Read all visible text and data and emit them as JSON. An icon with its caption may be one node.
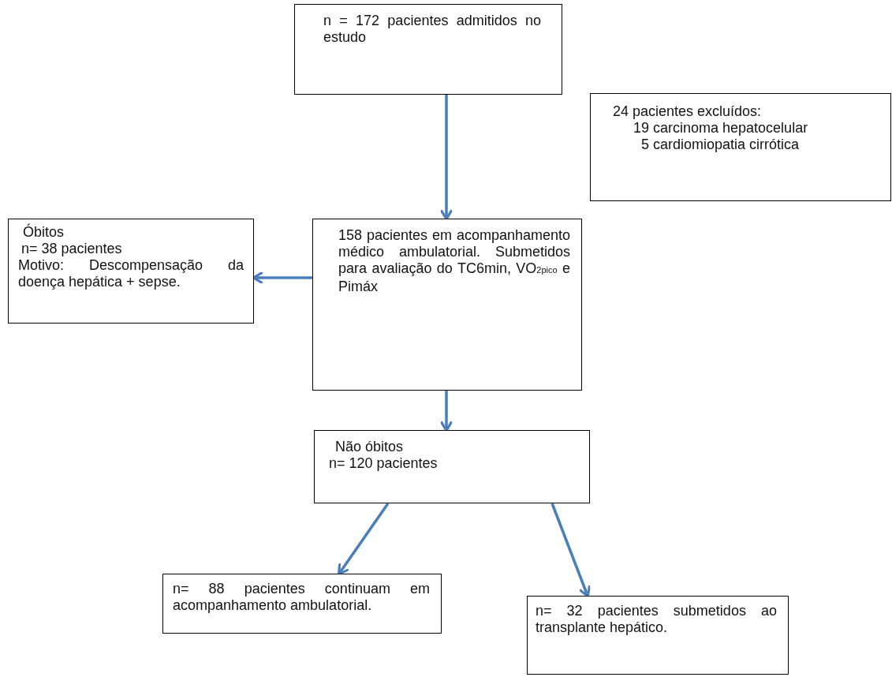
{
  "diagram": {
    "nodes": [
      {
        "text": [
          "n = 172 pacientes admitidos no estudo"
        ]
      },
      {
        "text": [
          "24 pacientes excluídos:",
          "19 carcinoma hepatocelular",
          "5 cardiomiopatia cirrótica"
        ]
      },
      {
        "text": [
          "Óbitos",
          "n= 38 pacientes",
          "Motivo: Descompensação da doença hepática + sepse."
        ]
      },
      {
        "text": [
          "158 pacientes em acompanhamento médico ambulatorial. Submetidos para avaliação do TC6min, VO$_{2pico}$ e Pimáx"
        ]
      },
      {
        "text": [
          "Não óbitos",
          "n= 120 pacientes"
        ]
      },
      {
        "text": [
          "n= 88 pacientes continuam em acompanhamento ambulatorial."
        ]
      },
      {
        "text": [
          "n= 32 pacientes submetidos ao transplante hepático."
        ]
      }
    ],
    "edges": [
      {
        "from": 0,
        "to": 3,
        "arrow": "to"
      },
      {
        "from": 3,
        "to": 2,
        "arrow": "to"
      },
      {
        "from": 3,
        "to": 4,
        "arrow": "to"
      },
      {
        "from": 4,
        "to": 5,
        "arrow": "to"
      },
      {
        "from": 4,
        "to": 6,
        "arrow": "to"
      }
    ]
  }
}
